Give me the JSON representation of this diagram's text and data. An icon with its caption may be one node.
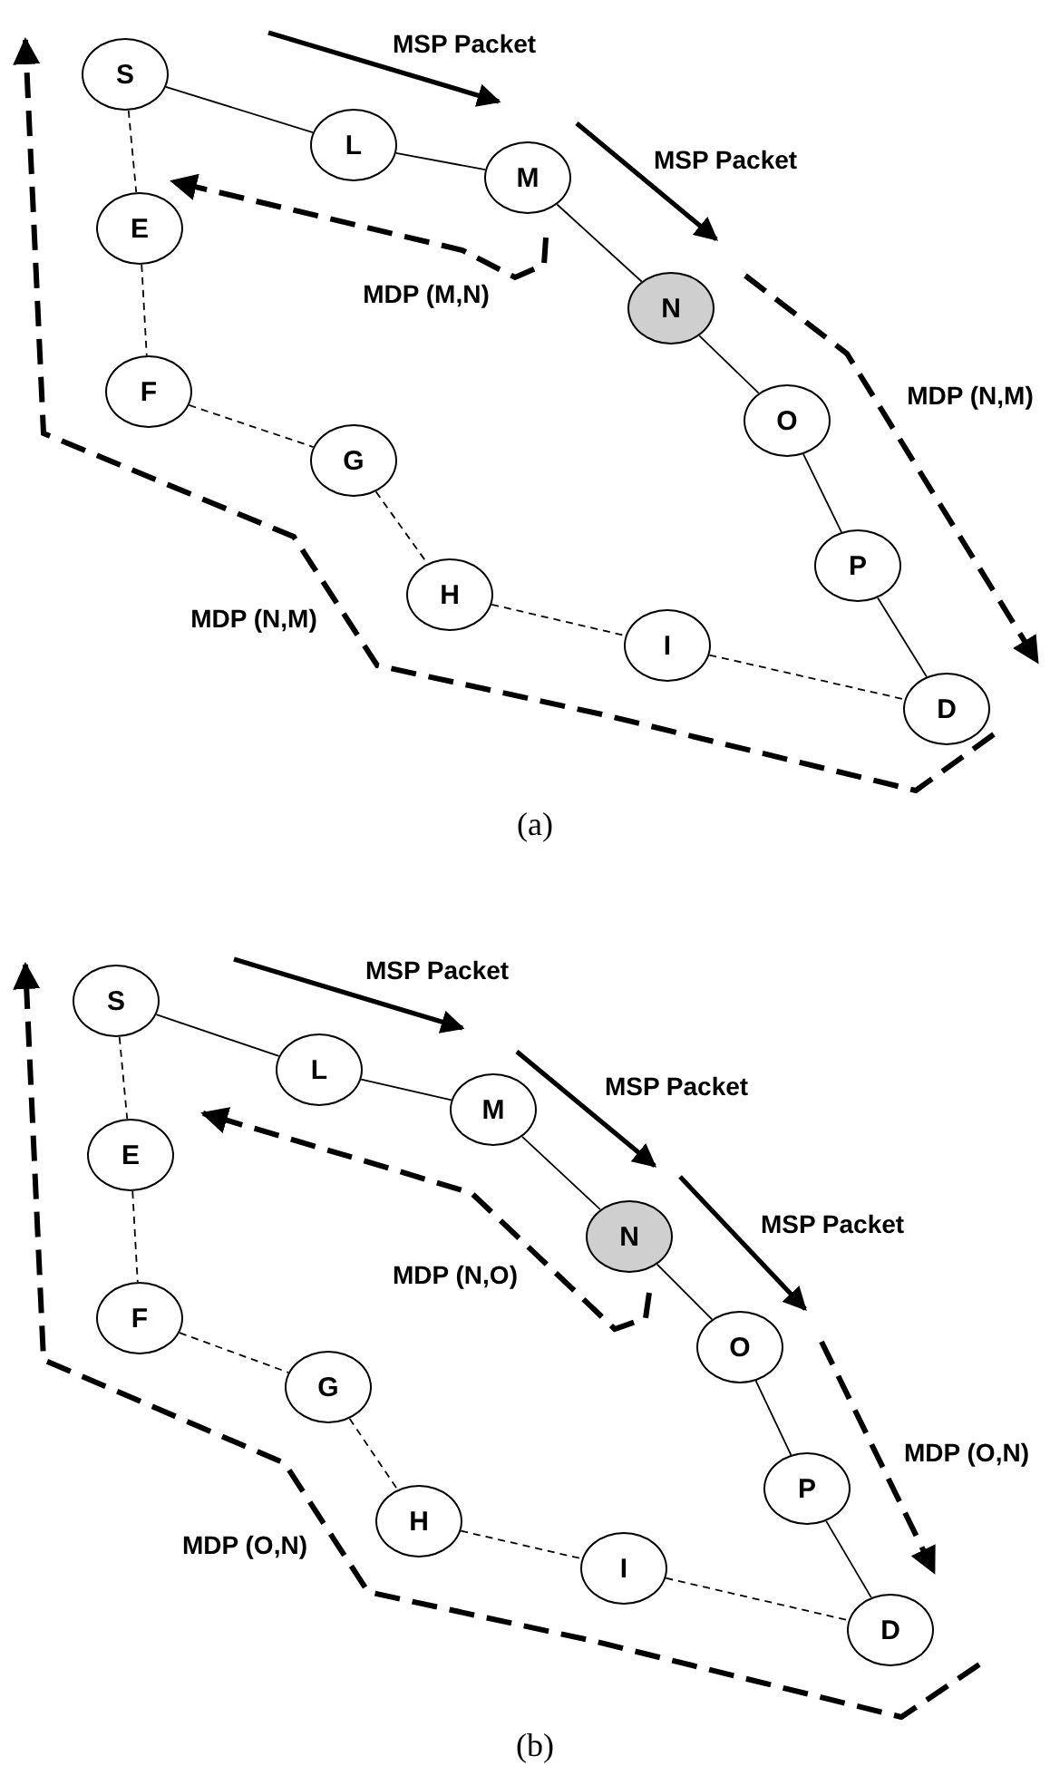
{
  "diagram": {
    "nodes": [
      {
        "text": [
          "S"
        ]
      },
      {
        "text": [
          "L"
        ]
      },
      {
        "text": [
          "M"
        ]
      },
      {
        "text": [
          "N"
        ]
      },
      {
        "text": [
          "O"
        ]
      },
      {
        "text": [
          "P"
        ]
      },
      {
        "text": [
          "D"
        ]
      },
      {
        "text": [
          "E"
        ]
      },
      {
        "text": [
          "F"
        ]
      },
      {
        "text": [
          "G"
        ]
      },
      {
        "text": [
          "H"
        ]
      },
      {
        "text": [
          "I"
        ]
      },
      {
        "text": [
          "S"
        ]
      },
      {
        "text": [
          "L"
        ]
      },
      {
        "text": [
          "M"
        ]
      },
      {
        "text": [
          "N"
        ]
      },
      {
        "text": [
          "O"
        ]
      },
      {
        "text": [
          "P"
        ]
      },
      {
        "text": [
          "D"
        ]
      },
      {
        "text": [
          "E"
        ]
      },
      {
        "text": [
          "F"
        ]
      },
      {
        "text": [
          "G"
        ]
      },
      {
        "text": [
          "H"
        ]
      },
      {
        "text": [
          "I"
        ]
      }
    ],
    "edges": [
      {
        "from": 0,
        "to": 1,
        "arrow": "none"
      },
      {
        "from": 1,
        "to": 2,
        "arrow": "none"
      },
      {
        "from": 2,
        "to": 3,
        "arrow": "none"
      },
      {
        "from": 3,
        "to": 4,
        "arrow": "none"
      },
      {
        "from": 4,
        "to": 5,
        "arrow": "none"
      },
      {
        "from": 5,
        "to": 6,
        "arrow": "none"
      },
      {
        "from": 0,
        "to": 7,
        "arrow": "none",
        "style": "dashed"
      },
      {
        "from": 7,
        "to": 8,
        "arrow": "none",
        "style": "dashed"
      },
      {
        "from": 8,
        "to": 9,
        "arrow": "none",
        "style": "dashed"
      },
      {
        "from": 9,
        "to": 10,
        "arrow": "none",
        "style": "dashed"
      },
      {
        "from": 10,
        "to": 11,
        "arrow": "none",
        "style": "dashed"
      },
      {
        "from": 11,
        "to": 6,
        "arrow": "none",
        "style": "dashed"
      },
      {
        "from": 12,
        "to": 13,
        "arrow": "none"
      },
      {
        "from": 13,
        "to": 14,
        "arrow": "none"
      },
      {
        "from": 14,
        "to": 15,
        "arrow": "none"
      },
      {
        "from": 15,
        "to": 16,
        "arrow": "none"
      },
      {
        "from": 16,
        "to": 17,
        "arrow": "none"
      },
      {
        "from": 17,
        "to": 18,
        "arrow": "none"
      },
      {
        "from": 12,
        "to": 19,
        "arrow": "none",
        "style": "dashed"
      },
      {
        "from": 19,
        "to": 20,
        "arrow": "none",
        "style": "dashed"
      },
      {
        "from": 20,
        "to": 21,
        "arrow": "none",
        "style": "dashed"
      },
      {
        "from": 21,
        "to": 22,
        "arrow": "none",
        "style": "dashed"
      },
      {
        "from": 22,
        "to": 23,
        "arrow": "none",
        "style": "dashed"
      },
      {
        "from": 23,
        "to": 18,
        "arrow": "none",
        "style": "dashed"
      }
    ],
    "labels": [
      "MSP Packet",
      "MSP Packet",
      "MDP (M,N)",
      "MDP (N,M)",
      "MDP (N,M)",
      "(a)",
      "MSP Packet",
      "MSP Packet",
      "MSP Packet",
      "MDP (N,O)",
      "MDP (O,N)",
      "MDP (O,N)",
      "(b)"
    ]
  }
}
